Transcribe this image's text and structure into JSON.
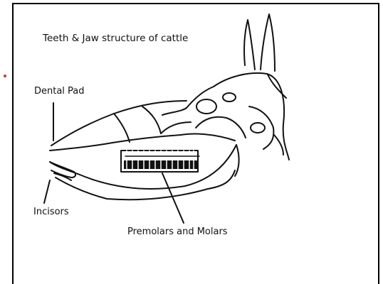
{
  "diagram": {
    "title": "Teeth & Jaw structure of cattle",
    "labels": {
      "dental_pad": "Dental Pad",
      "incisors": "Incisors",
      "premolars_molars": "Premolars and Molars"
    }
  }
}
